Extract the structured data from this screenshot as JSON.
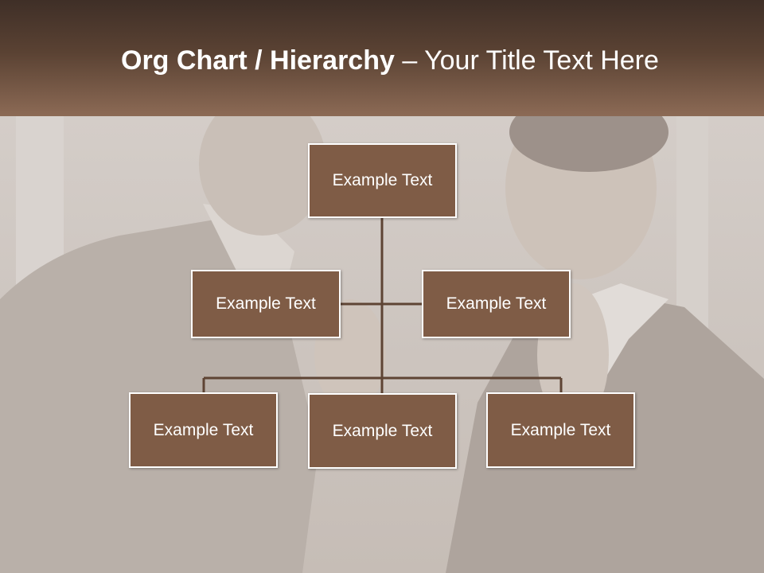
{
  "slide": {
    "title_bold": "Org Chart / Hierarchy",
    "title_rest": " – Your Title Text Here"
  },
  "org_chart": {
    "root": {
      "label": "Example Text"
    },
    "assistants": [
      {
        "label": "Example Text"
      },
      {
        "label": "Example Text"
      }
    ],
    "children": [
      {
        "label": "Example Text"
      },
      {
        "label": "Example Text"
      },
      {
        "label": "Example Text"
      }
    ]
  },
  "colors": {
    "header_dark": "#3f2f27",
    "header_light": "#8c6a55",
    "box_fill": "#7f5c46",
    "box_border": "#ffffff",
    "connector": "#5e4434"
  }
}
